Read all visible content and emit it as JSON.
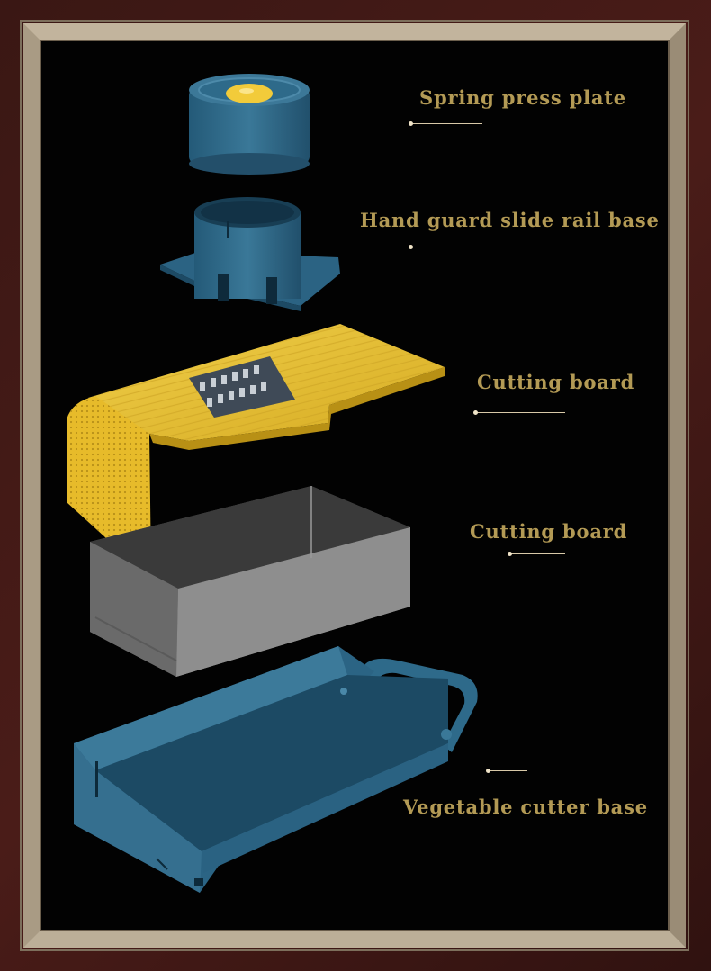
{
  "labels": {
    "spring_press_plate": "Spring press plate",
    "hand_guard_slide_rail_base": "Hand guard slide rail base",
    "cutting_board_1": "Cutting board",
    "cutting_board_2": "Cutting board",
    "vegetable_cutter_base": "Vegetable cutter base"
  },
  "colors": {
    "frame_gold": "#b7a993",
    "background": "#020202",
    "label_text": "#b39a55",
    "part_blue": "#2f6a8a",
    "part_yellow": "#e1b82f",
    "container_gray": "#7c7c7c"
  }
}
